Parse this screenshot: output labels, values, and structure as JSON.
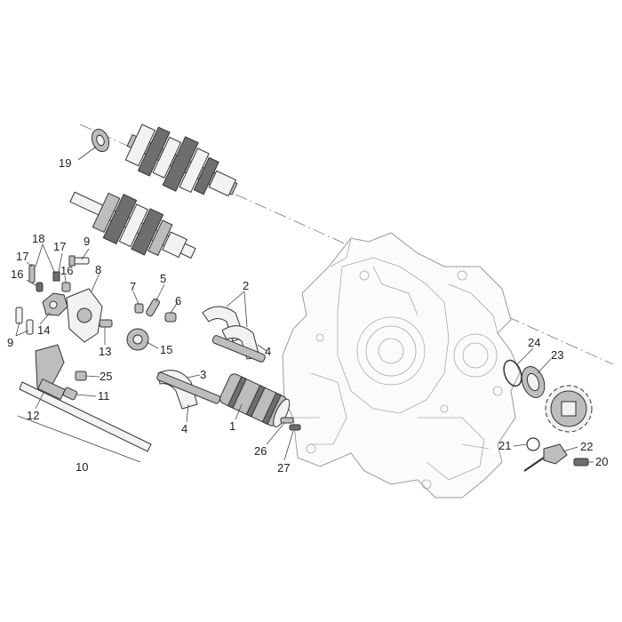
{
  "diagram": {
    "labels": {
      "1": "1",
      "2": "2",
      "3": "3",
      "4": "4",
      "5": "5",
      "6": "6",
      "7": "7",
      "8": "8",
      "9": "9",
      "10": "10",
      "11": "11",
      "12": "12",
      "13": "13",
      "14": "14",
      "15": "15",
      "16": "16",
      "17": "17",
      "18": "18",
      "19": "19",
      "20": "20",
      "21": "21",
      "22": "22",
      "23": "23",
      "24": "24",
      "25": "25",
      "26": "26",
      "27": "27"
    }
  }
}
